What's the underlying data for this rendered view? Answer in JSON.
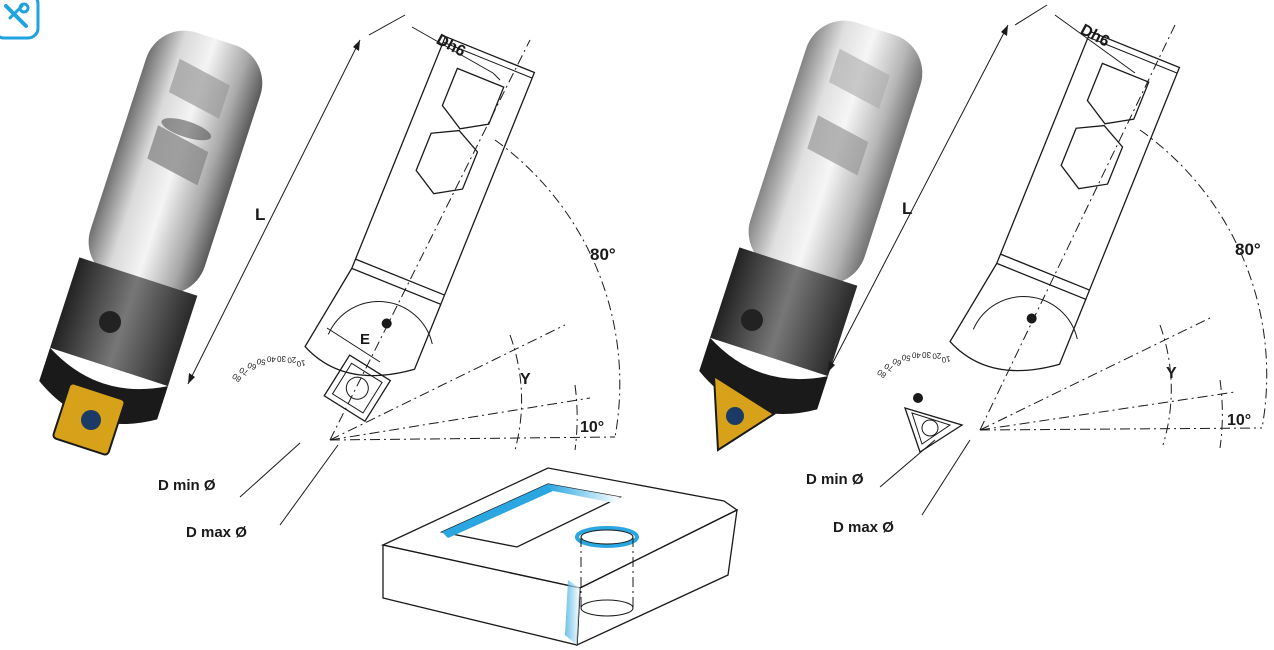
{
  "icon": {
    "name": "tool-wrench-icon",
    "color": "#1fa3e0"
  },
  "left_tool": {
    "label_length": "L",
    "label_shank_diameter": "Dh6",
    "label_offset": "E",
    "label_angle_max": "80°",
    "label_angle_var": "Y",
    "label_angle_min": "10°",
    "label_d_min": "D min Ø",
    "label_d_max": "D max Ø",
    "insert_shape": "square",
    "insert_color": "#d7a21a",
    "scale_ticks": [
      "10",
      "20",
      "30",
      "40",
      "50",
      "60",
      "70",
      "80"
    ]
  },
  "right_tool": {
    "label_length": "L",
    "label_shank_diameter": "Dh6",
    "label_angle_max": "80°",
    "label_angle_var": "Y",
    "label_angle_min": "10°",
    "label_d_min": "D min Ø",
    "label_d_max": "D max Ø",
    "insert_shape": "triangle",
    "insert_color": "#d7a21a",
    "scale_ticks": [
      "10",
      "20",
      "30",
      "40",
      "50",
      "60",
      "70",
      "80"
    ]
  },
  "workpiece": {
    "accent_color": "#2aa7e0"
  }
}
